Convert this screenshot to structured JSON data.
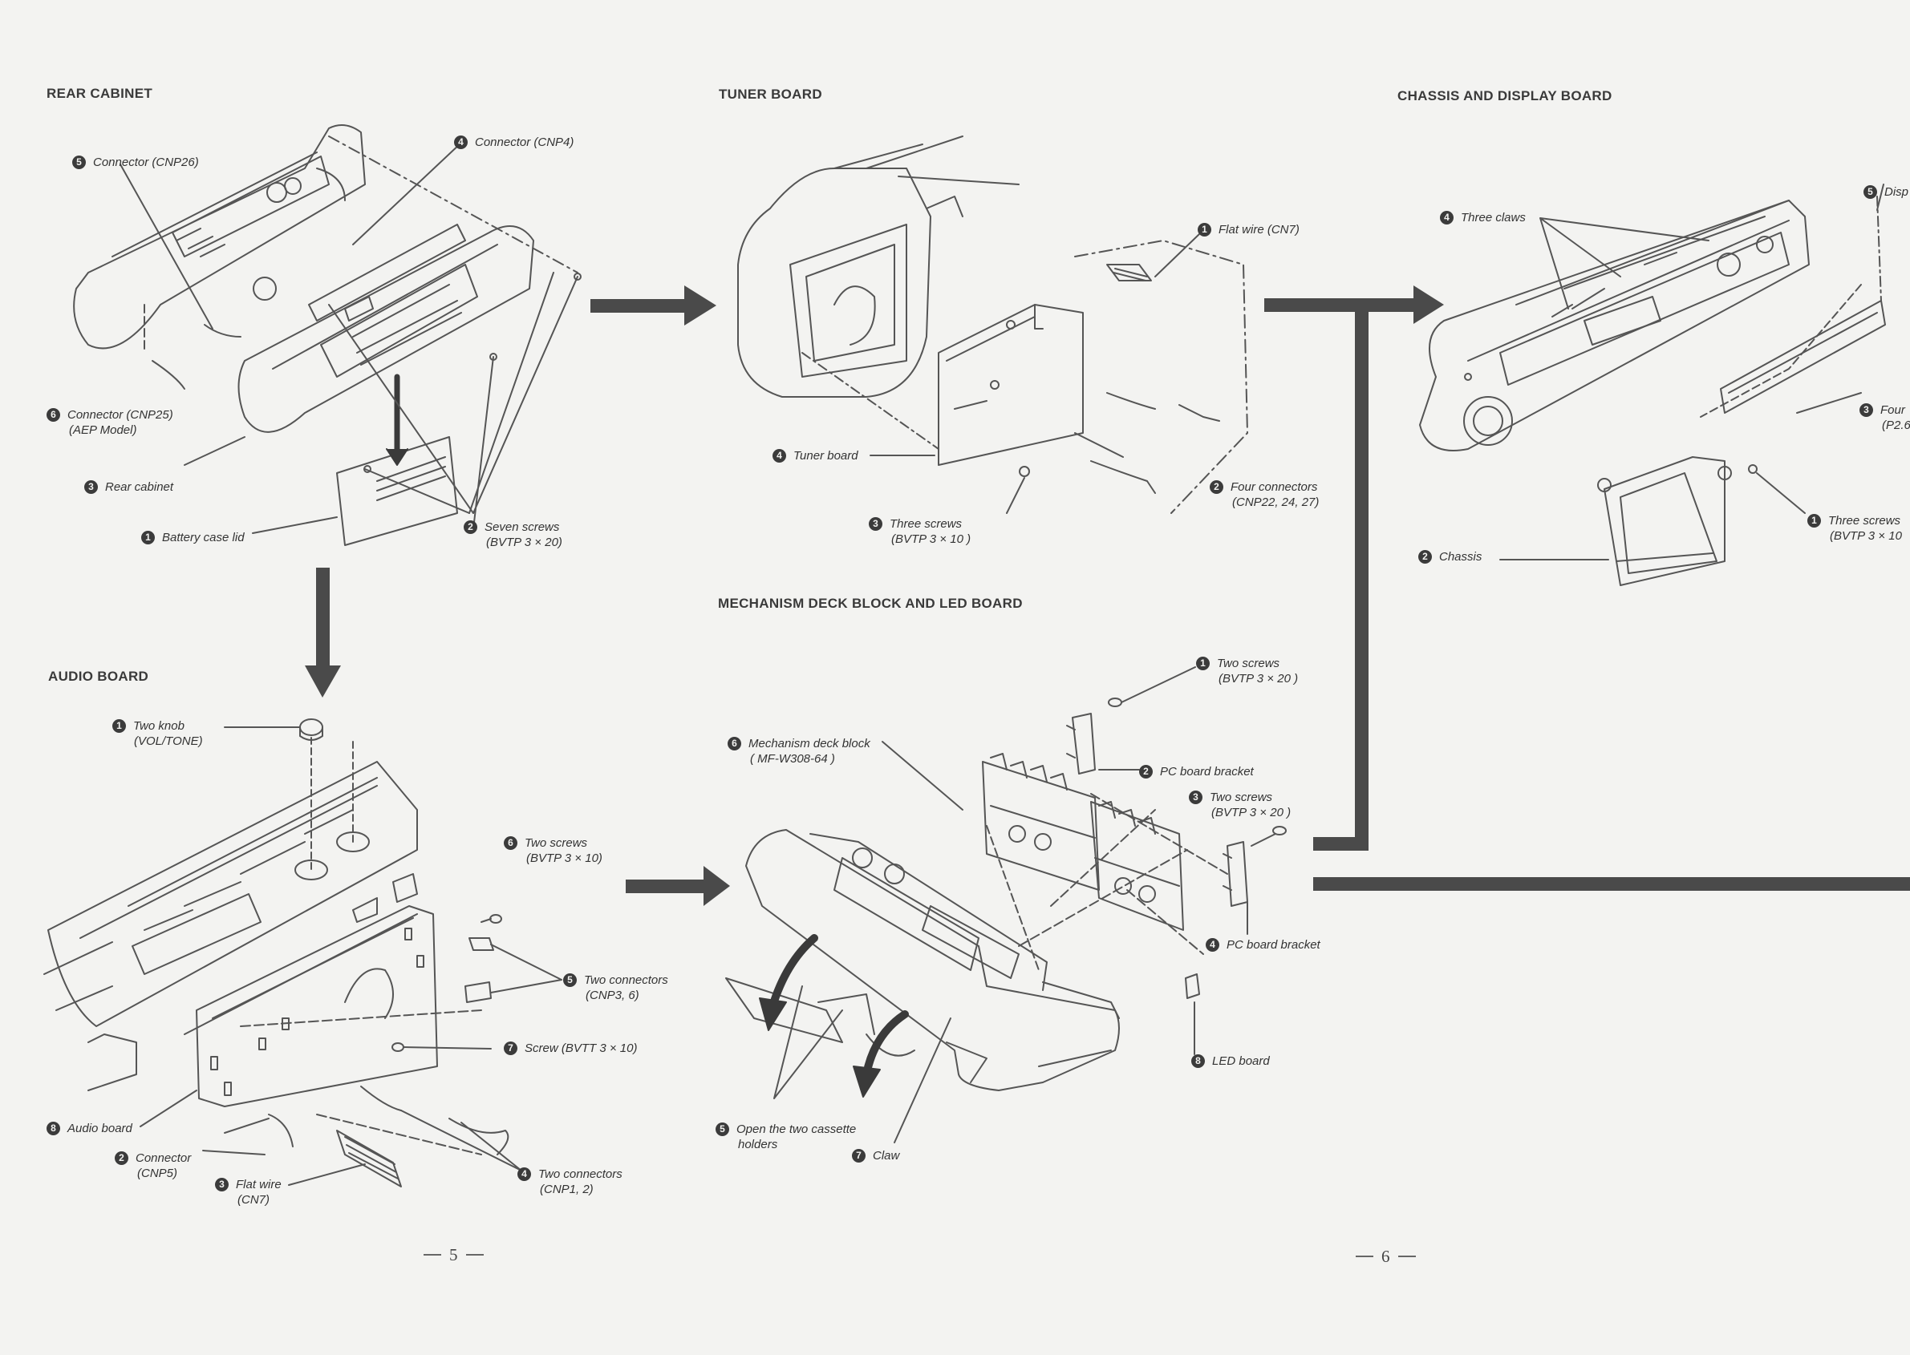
{
  "sections": {
    "rear_cabinet": "REAR CABINET",
    "tuner_board": "TUNER BOARD",
    "chassis_display": "CHASSIS AND DISPLAY BOARD",
    "audio_board": "AUDIO BOARD",
    "mechanism": "MECHANISM DECK BLOCK AND LED BOARD"
  },
  "rear": {
    "c5": {
      "num": "5",
      "l1": "Connector (CNP26)"
    },
    "c4": {
      "num": "4",
      "l1": "Connector (CNP4)"
    },
    "c6": {
      "num": "6",
      "l1": "Connector (CNP25)",
      "l2": "(AEP Model)"
    },
    "c3": {
      "num": "3",
      "l1": "Rear cabinet"
    },
    "c1": {
      "num": "1",
      "l1": "Battery case lid"
    },
    "c2": {
      "num": "2",
      "l1": "Seven screws",
      "l2": "(BVTP 3 × 20)"
    }
  },
  "tuner": {
    "c1": {
      "num": "1",
      "l1": "Flat wire (CN7)"
    },
    "c4": {
      "num": "4",
      "l1": "Tuner board"
    },
    "c2": {
      "num": "2",
      "l1": "Four connectors",
      "l2": "(CNP22, 24, 27)"
    },
    "c3": {
      "num": "3",
      "l1": "Three screws",
      "l2": "(BVTP 3 × 10 )"
    }
  },
  "chassis": {
    "c5": {
      "num": "5",
      "l1": "Disp"
    },
    "c4": {
      "num": "4",
      "l1": "Three claws"
    },
    "c3": {
      "num": "3",
      "l1": "Four",
      "l2": "(P2.6"
    },
    "c1": {
      "num": "1",
      "l1": "Three screws",
      "l2": "(BVTP 3 × 10"
    },
    "c2": {
      "num": "2",
      "l1": "Chassis"
    }
  },
  "audio": {
    "c1": {
      "num": "1",
      "l1": "Two knob",
      "l2": "(VOL/TONE)"
    },
    "c6": {
      "num": "6",
      "l1": "Two screws",
      "l2": "(BVTP 3 × 10)"
    },
    "c5": {
      "num": "5",
      "l1": "Two connectors",
      "l2": "(CNP3, 6)"
    },
    "c7": {
      "num": "7",
      "l1": "Screw (BVTT 3 × 10)"
    },
    "c8": {
      "num": "8",
      "l1": "Audio board"
    },
    "c2": {
      "num": "2",
      "l1": "Connector",
      "l2": "(CNP5)"
    },
    "c3": {
      "num": "3",
      "l1": "Flat wire",
      "l2": "(CN7)"
    },
    "c4": {
      "num": "4",
      "l1": "Two connectors",
      "l2": "(CNP1, 2)"
    }
  },
  "mech": {
    "c1": {
      "num": "1",
      "l1": "Two screws",
      "l2": "(BVTP 3 × 20 )"
    },
    "c6": {
      "num": "6",
      "l1": "Mechanism deck block",
      "l2": "( MF-W308-64 )"
    },
    "c2": {
      "num": "2",
      "l1": "PC board bracket"
    },
    "c3": {
      "num": "3",
      "l1": "Two screws",
      "l2": "(BVTP 3 × 20 )"
    },
    "c4": {
      "num": "4",
      "l1": "PC board bracket"
    },
    "c8": {
      "num": "8",
      "l1": "LED board"
    },
    "c5": {
      "num": "5",
      "l1": "Open the two cassette",
      "l2": "holders"
    },
    "c7": {
      "num": "7",
      "l1": "Claw"
    }
  },
  "pages": {
    "left": "5",
    "right": "6"
  }
}
